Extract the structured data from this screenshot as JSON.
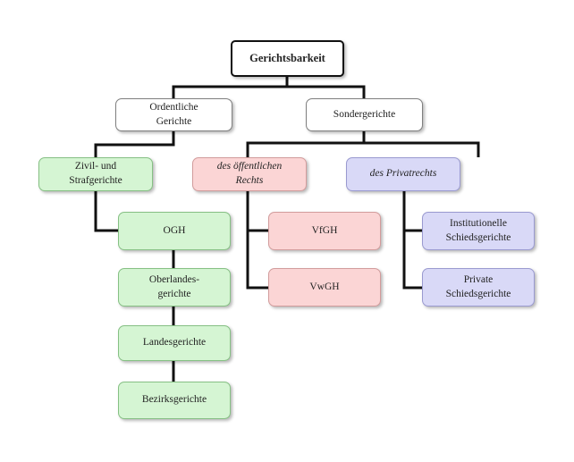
{
  "diagram": {
    "root": "Gerichtsbarkeit",
    "ordentliche": "Ordentliche\nGerichte",
    "sonder": "Sondergerichte",
    "zivil": "Zivil- und\nStrafgerichte",
    "oeffentlich": "des öffentlichen\nRechts",
    "privat": "des Privatrechts",
    "ogh": "OGH",
    "olg": "Oberlandes-\ngerichte",
    "landes": "Landesgerichte",
    "bezirks": "Bezirksgerichte",
    "vfgh": "VfGH",
    "vwgh": "VwGH",
    "institutionelle": "Institutionelle\nSchiedsgerichte",
    "private": "Private\nSchiedsgerichte"
  },
  "colors": {
    "civil": "#d5f5d3",
    "public_law": "#fbd5d5",
    "private_law": "#d9d9f7",
    "connector": "#111111"
  }
}
